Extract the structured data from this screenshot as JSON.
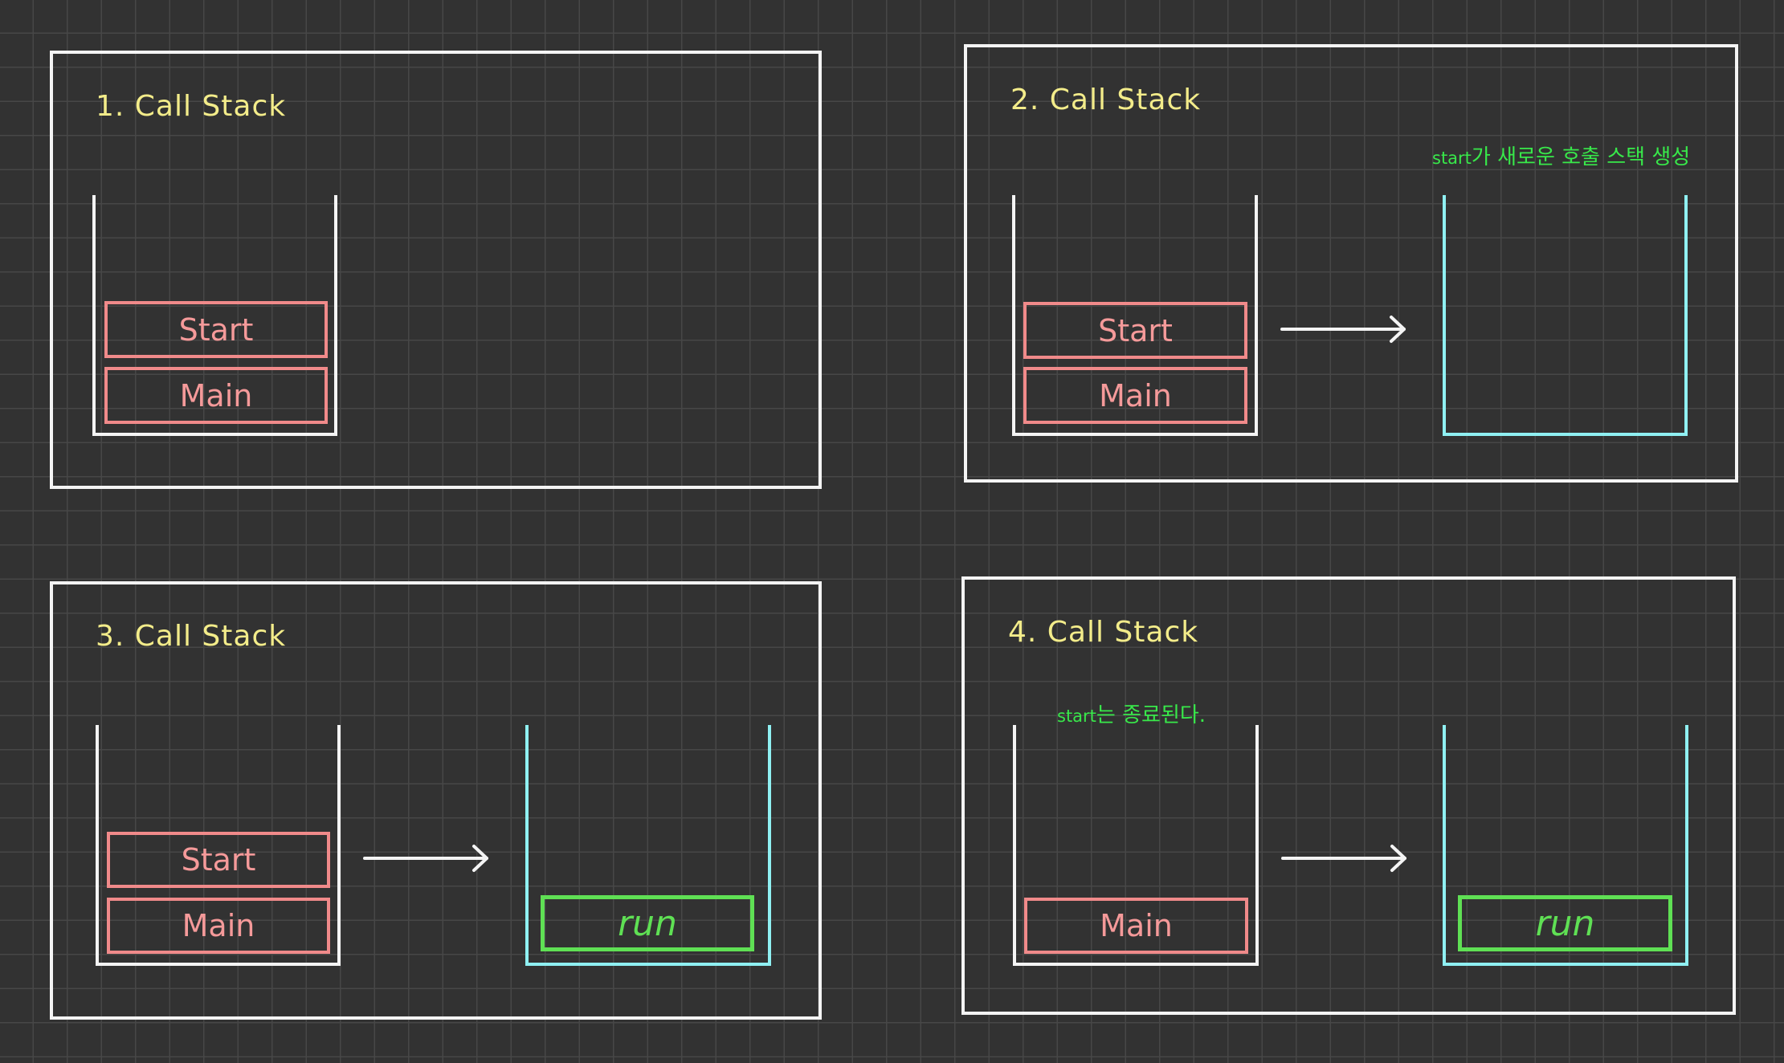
{
  "panels": [
    {
      "title": "1. Call Stack",
      "note": "",
      "main_stack": [
        "Start",
        "Main"
      ],
      "new_stack": []
    },
    {
      "title": "2. Call Stack",
      "note": {
        "prefix": "start",
        "text": "가 새로운 호출 스택 생성"
      },
      "main_stack": [
        "Start",
        "Main"
      ],
      "new_stack": []
    },
    {
      "title": "3. Call Stack",
      "note": "",
      "main_stack": [
        "Start",
        "Main"
      ],
      "new_stack": [
        "run"
      ]
    },
    {
      "title": "4. Call Stack",
      "note": {
        "prefix": "start",
        "text": "는 종료된다."
      },
      "main_stack": [
        "Main"
      ],
      "new_stack": [
        "run"
      ]
    }
  ],
  "colors": {
    "background": "#323232",
    "grid": "#474747",
    "panel_border": "#f4f4f4",
    "title": "#f3ec8a",
    "note": "#38e84a",
    "main_stack_border": "#f4f4f4",
    "new_stack_border": "#8ff0f2",
    "frame_red": "#f08a8a",
    "frame_green": "#5fe054",
    "arrow": "#f4f4f4"
  },
  "icons": [
    "arrow-right-icon"
  ]
}
